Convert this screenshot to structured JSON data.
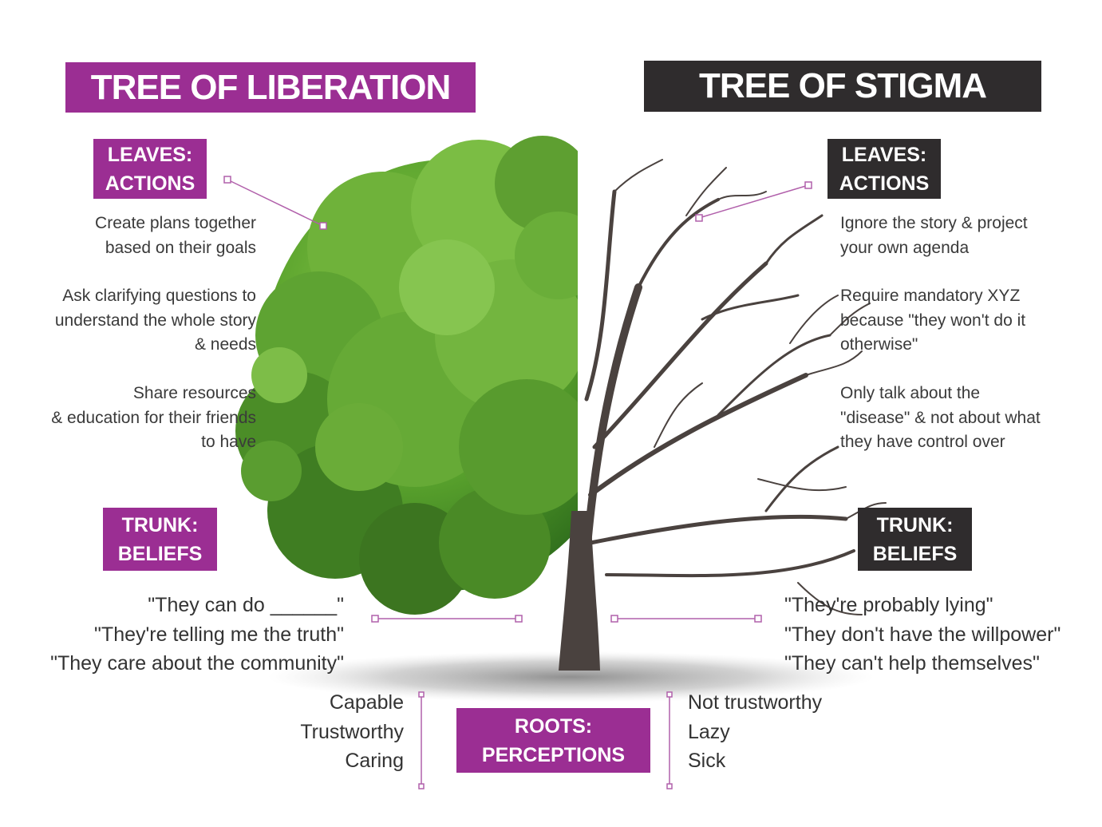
{
  "liberation": {
    "title": "TREE OF LIBERATION",
    "leaves": {
      "label_line1": "LEAVES:",
      "label_line2": "ACTIONS",
      "actions": [
        [
          "Create plans together",
          "based on their goals"
        ],
        [
          "Ask clarifying questions to",
          "understand the whole story",
          "& needs"
        ],
        [
          "Share resources",
          "& education for their friends",
          "to have"
        ]
      ]
    },
    "trunk": {
      "label_line1": "TRUNK:",
      "label_line2": "BELIEFS",
      "beliefs": [
        "\"They can do ______\"",
        "\"They're telling me the truth\"",
        "\"They care about the community\""
      ]
    },
    "roots": {
      "perceptions": [
        "Capable",
        "Trustworthy",
        "Caring"
      ]
    }
  },
  "stigma": {
    "title": "TREE OF STIGMA",
    "leaves": {
      "label_line1": "LEAVES:",
      "label_line2": "ACTIONS",
      "actions": [
        [
          "Ignore the story & project",
          "your own agenda"
        ],
        [
          "Require mandatory XYZ",
          "because \"they won't do it",
          "otherwise\""
        ],
        [
          "Only talk about the",
          "\"disease\" & not about what",
          "they have control over"
        ]
      ]
    },
    "trunk": {
      "label_line1": "TRUNK:",
      "label_line2": "BELIEFS",
      "beliefs": [
        "\"They're probably lying\"",
        "\"They don't have the willpower\"",
        "\"They can't help themselves\""
      ]
    },
    "roots": {
      "perceptions": [
        "Not trustworthy",
        "Lazy",
        "Sick"
      ]
    }
  },
  "roots_label": {
    "line1": "ROOTS:",
    "line2": "PERCEPTIONS"
  },
  "colors": {
    "liberation": "#9b2e93",
    "stigma": "#2f2c2d",
    "foliage": "#4f9a2a",
    "branches": "#4a423f"
  },
  "images": {
    "tree": "half-green-half-bare-tree"
  }
}
